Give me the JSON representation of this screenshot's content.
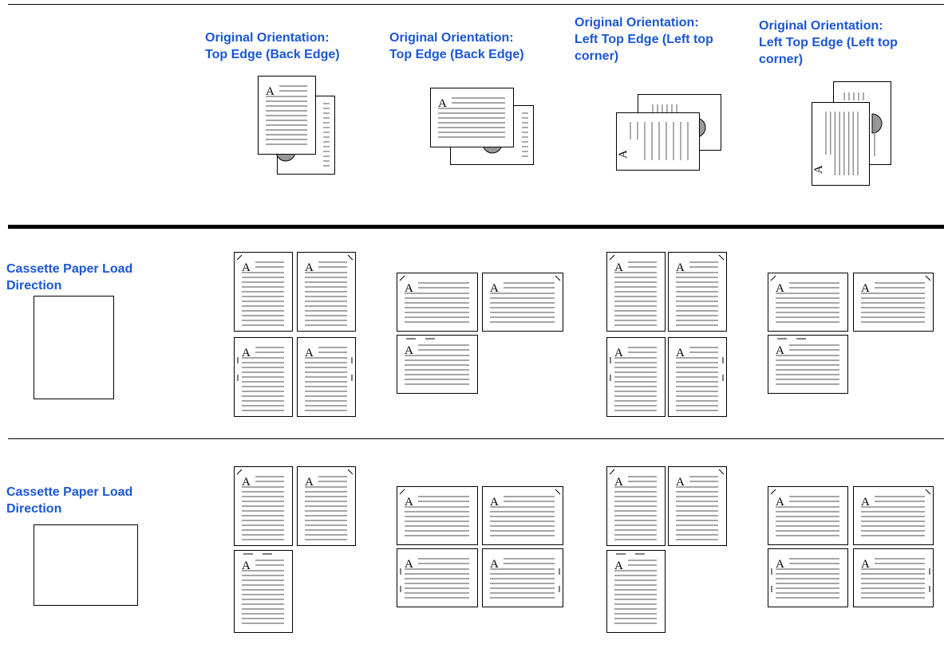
{
  "headers": [
    "Original Orientation: Top Edge (Back Edge)",
    "Original Orientation: Top Edge (Back Edge)",
    "Original Orientation: Left Top Edge (Left top corner)",
    "Original Orientation: Left Top Edge (Left top corner)"
  ],
  "header_lines": [
    "Original Orientation:\nTop Edge (Back Edge)",
    "Original Orientation:\nTop Edge (Back Edge)",
    "Original Orientation:\nLeft Top Edge (Left top\ncorner)",
    "Original Orientation:\nLeft Top Edge (Left top\ncorner)"
  ],
  "rows": [
    {
      "label": "Cassette Paper Load\nDirection",
      "paper": "portrait"
    },
    {
      "label": "Cassette Paper Load\nDirection",
      "paper": "landscape"
    }
  ],
  "page_letter": "A"
}
